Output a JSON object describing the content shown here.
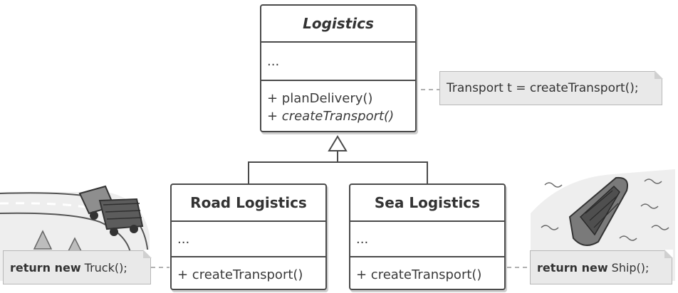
{
  "logistics": {
    "title": "Logistics",
    "fields": "...",
    "methods": [
      "+ planDelivery()",
      "+ createTransport()"
    ]
  },
  "road_logistics": {
    "title": "Road Logistics",
    "fields": "...",
    "method": "+ createTransport()"
  },
  "sea_logistics": {
    "title": "Sea Logistics",
    "fields": "...",
    "method": "+ createTransport()"
  },
  "notes": {
    "plan": "Transport t = createTransport();",
    "truck_keyword": "return new",
    "truck_rest": "Truck();",
    "ship_keyword": "return new",
    "ship_rest": "Ship();"
  },
  "colors": {
    "stroke": "#4a4a4a",
    "note_fill": "#e9e9e9",
    "shadow": "#cfcfcf"
  },
  "icons": [
    "truck-illustration",
    "ship-illustration"
  ]
}
